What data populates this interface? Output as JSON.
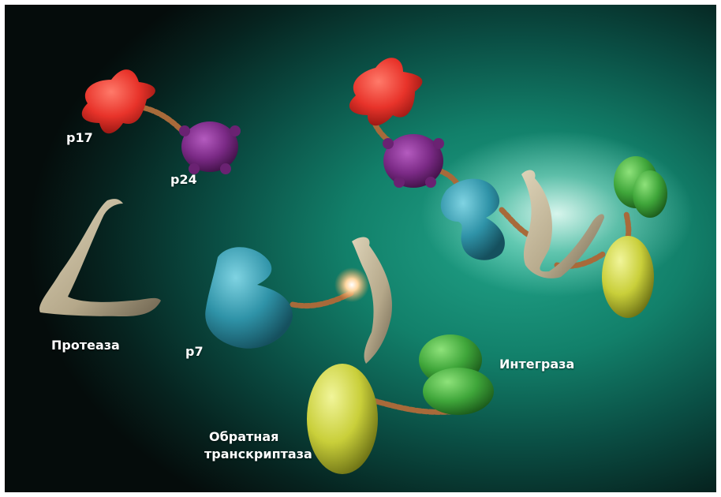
{
  "labels": {
    "p17": "p17",
    "p24": "p24",
    "protease": "Протеаза",
    "p7": "p7",
    "integrase": "Интеграза",
    "reverse_transcriptase_line1": "Обратная",
    "reverse_transcriptase_line2": "транскриптаза"
  },
  "colors": {
    "p17": "#e8332a",
    "p24": "#7b2a86",
    "protease": "#b5a88a",
    "p7": "#2f93a8",
    "integrase": "#3fa63a",
    "reverse_transcriptase": "#c9cf3a",
    "linker": "#a86a3a"
  }
}
